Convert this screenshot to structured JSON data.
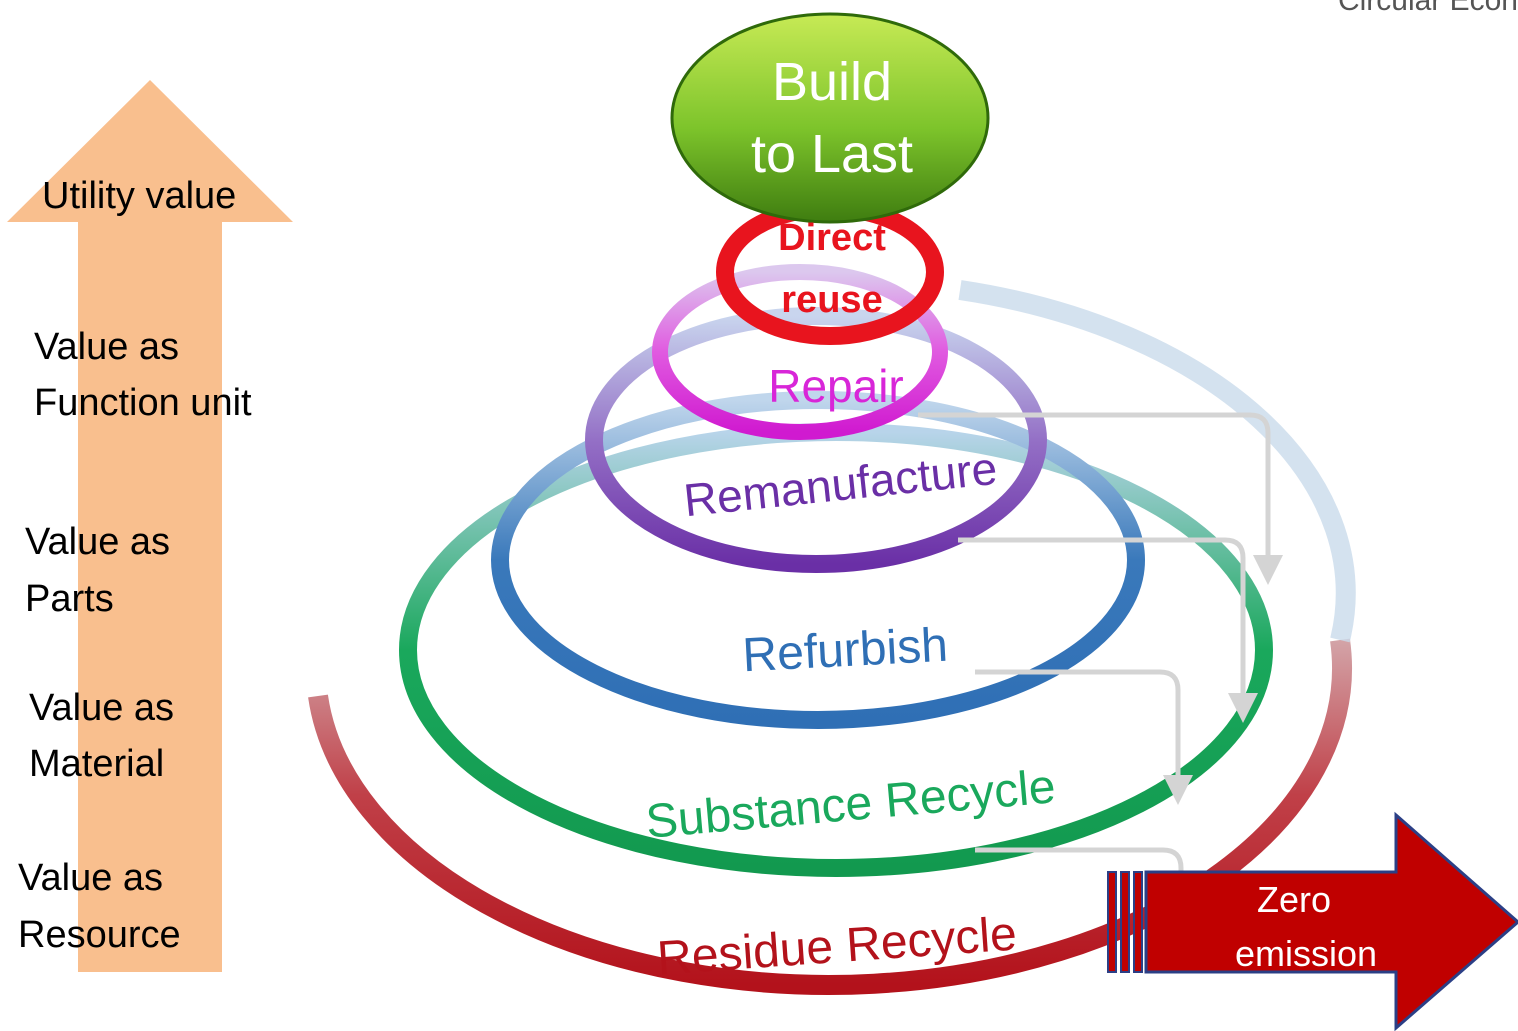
{
  "corner_text": "Circular Econ",
  "value_axis": {
    "top_label": "Utility value",
    "levels": [
      {
        "line1": "Value as",
        "line2": "Function unit"
      },
      {
        "line1": "Value as",
        "line2": "Parts"
      },
      {
        "line1": "Value as",
        "line2": "Material"
      },
      {
        "line1": "Value as",
        "line2": "Resource"
      }
    ]
  },
  "center": {
    "line1": "Build",
    "line2": "to Last"
  },
  "rings": [
    {
      "label_line1": "Direct",
      "label_line2": "reuse",
      "color": "#e8141e"
    },
    {
      "label": "Repair",
      "color": "#d826d8"
    },
    {
      "label": "Remanufacture",
      "color": "#7b3fb0"
    },
    {
      "label": "Refurbish",
      "color": "#2f6fb5"
    },
    {
      "label": "Substance Recycle",
      "color": "#1aa85c"
    },
    {
      "label": "Residue Recycle",
      "color": "#b3121b"
    }
  ],
  "outcome": {
    "line1": "Zero",
    "line2": "emission",
    "color": "#c00000"
  },
  "colors": {
    "axis_arrow": "#f9bf8e",
    "ball_top": "#b6e24a",
    "ball_bottom": "#4a8f14",
    "flow_arrows": "#d4d4d4"
  }
}
